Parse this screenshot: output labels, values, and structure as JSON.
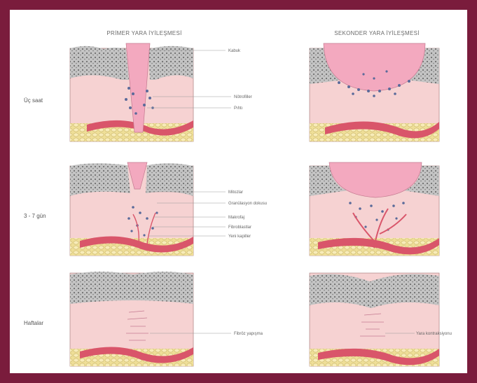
{
  "headers": {
    "primary": "PRİMER YARA İYİLEŞMESİ",
    "secondary": "SEKONDER YARA İYİLEŞMESİ"
  },
  "rows": [
    {
      "label": "Üç saat"
    },
    {
      "label": "3 - 7 gün"
    },
    {
      "label": "Haftalar"
    }
  ],
  "callouts": {
    "row1": [
      "Kabuk",
      "Nötrofiller",
      "Pıhtı"
    ],
    "row2": [
      "Mitozlar",
      "Granülasyon dokusu",
      "Makrofaj",
      "Fibroblastlar",
      "Yeni kapiller"
    ],
    "row3_primary": "Fibröz yapışma",
    "row3_secondary": "Yara kontraksiyonu"
  },
  "colors": {
    "frame": "#7a1c3c",
    "dermis": "#f6d2d2",
    "epidermis": "#b8b8b8",
    "fat": "#f1e2a0",
    "vessel": "#d9556a",
    "clot": "#f3a9bf",
    "cell": "#5a6a9a"
  }
}
